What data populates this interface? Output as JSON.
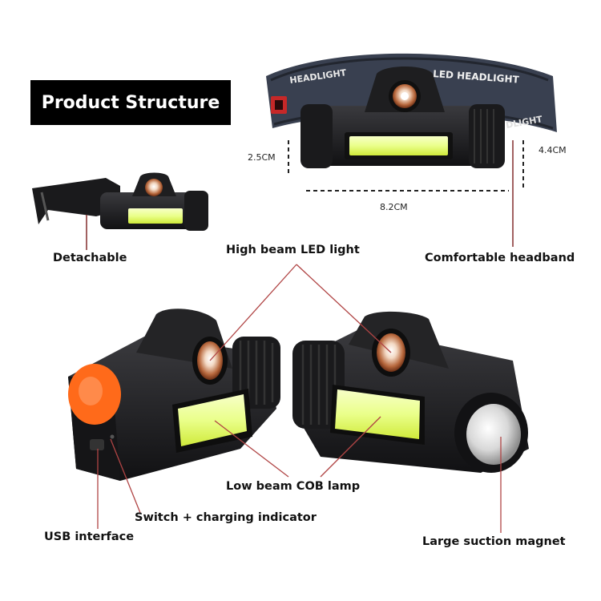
{
  "title": "Product Structure",
  "dimensions": {
    "height_small": "2.5CM",
    "height_large": "4.4CM",
    "width": "8.2CM"
  },
  "band_print": {
    "text_left": "HEADLIGHT",
    "text_right": "LED HEADLIGHT",
    "text_side": "DLIGHT"
  },
  "labels": {
    "detachable": "Detachable",
    "high_beam": "High beam LED light",
    "headband": "Comfortable headband",
    "low_beam": "Low beam COB lamp",
    "switch": "Switch + charging indicator",
    "usb": "USB interface",
    "magnet": "Large suction magnet"
  },
  "colors": {
    "body": "#1c1c1e",
    "band": "#3a4150",
    "cob_light": "#f4ffb0",
    "cob_glow": "#d9ff4a",
    "pointer": "#b04444",
    "orange_cap": "#ff6a1a"
  }
}
